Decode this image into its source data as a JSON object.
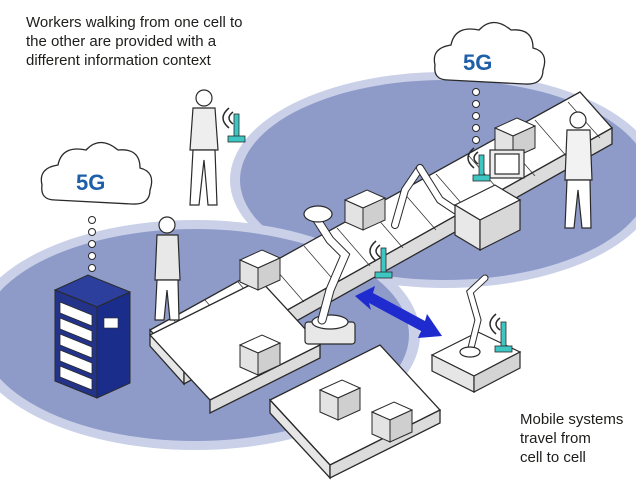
{
  "captions": {
    "workers": [
      "Workers walking from one cell to",
      "the other are provided with a",
      "different information context"
    ],
    "mobile": [
      "Mobile systems",
      "travel from",
      "cell to cell"
    ]
  },
  "clouds": [
    {
      "label": "5G"
    },
    {
      "label": "5G"
    }
  ],
  "colors": {
    "cell_fill": "#8e9bc9",
    "cell_border": "#c5cce4",
    "cloud_text": "#1f5fa8",
    "server": "#1b2d8a",
    "arrow": "#1f2bcf",
    "antenna": "#3ec6c3",
    "outline": "#2a2a2a"
  },
  "icons": [
    "cloud-5g-icon",
    "server-rack-icon",
    "robot-arm-icon",
    "worker-icon",
    "conveyor-icon",
    "antenna-icon",
    "agv-icon",
    "bidirectional-arrow-icon"
  ]
}
